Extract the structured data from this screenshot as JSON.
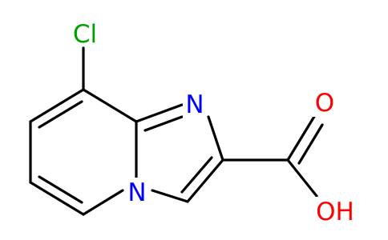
{
  "molecule": {
    "atoms": {
      "cl": {
        "symbol": "Cl",
        "color": "#00a000"
      },
      "n_imine": {
        "symbol": "N",
        "color": "#0000ff"
      },
      "n_bridge": {
        "symbol": "N",
        "color": "#0000ff"
      },
      "o_carbonyl": {
        "symbol": "O",
        "color": "#ff0000"
      },
      "o_hydroxyl": {
        "symbol": "OH",
        "color": "#ff0000"
      }
    },
    "bond_color": "#000000",
    "background": "#ffffff"
  }
}
